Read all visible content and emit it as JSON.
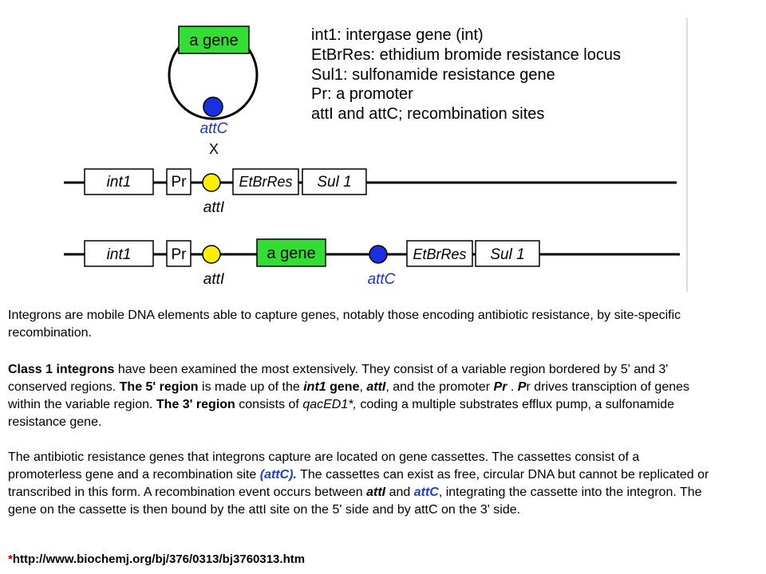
{
  "diagram": {
    "cassette": {
      "gene_label": "a gene",
      "site_label": "attC",
      "cross_label": "X"
    },
    "legend": [
      "int1: intergase gene (int)",
      "EtBrRes: ethidium bromide resistance locus",
      "Sul1: sulfonamide resistance gene",
      "Pr: a promoter",
      "attI and attC; recombination sites"
    ],
    "row1": {
      "int1": "int1",
      "pr": "Pr",
      "etbr": "EtBrRes",
      "sul": "Sul 1",
      "site": "attI"
    },
    "row2": {
      "int1": "int1",
      "pr": "Pr",
      "gene": "a gene",
      "etbr": "EtBrRes",
      "sul": "Sul 1",
      "site_i": "attI",
      "site_c": "attC"
    },
    "colors": {
      "gene_box": "#33dd33",
      "attC_circle": "#1a2fe0",
      "attI_circle": "#ffee00",
      "line": "#000000",
      "site_label": "#2233cc"
    }
  },
  "text": {
    "p1": "Integrons are mobile DNA elements able to capture genes, notably those encoding antibiotic resistance, by site-specific recombination.",
    "p2": {
      "b1": "Class 1 integrons",
      "t1": " have been examined the most extensively. They consist of a variable region bordered by 5' and 3' conserved regions. ",
      "b2": "The 5' region",
      "t2": " is made up of the ",
      "b3": "int1",
      "b4": " gene",
      "t3": ", ",
      "b5": "attI",
      "t4": ", and the promoter ",
      "b6": "Pr",
      "t5": " . ",
      "b7": "P",
      "t6": "r drives transciption of genes within the variable region. ",
      "b8": "The 3' region",
      "t7": " consists of ",
      "i1": "qacED1*,",
      "t8": " coding a multiple substrates efflux pump, a sulfonamide resistance gene."
    },
    "p3": {
      "t1": "The antibiotic resistance genes that integrons capture are located on gene cassettes. The cassettes consist of a promoterless gene and a recombination site ",
      "c1": "(attC).",
      "t2": " The cassettes can exist as free, circular DNA but cannot be replicated or transcribed in this form. A recombination event occurs between ",
      "b1": "attI",
      "t3": " and ",
      "c2": "attC",
      "t4": ", integrating the cassette into the integron. The gene on the cassette is then bound by the attI site on the 5' side and by attC on the 3' side."
    },
    "ref": {
      "star": "*",
      "url": "http://www.biochemj.org/bj/376/0313/bj3760313.htm"
    }
  }
}
